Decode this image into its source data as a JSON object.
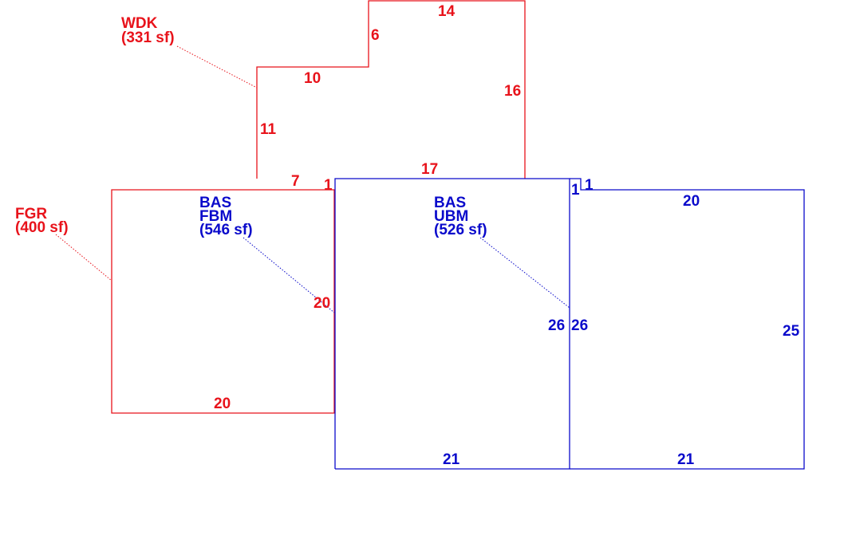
{
  "colors": {
    "red": "#e8131b",
    "blue": "#0a0acb",
    "background": "#ffffff"
  },
  "areas": {
    "wdk": {
      "code": "WDK",
      "area": "(331 sf)"
    },
    "fgr": {
      "code": "FGR",
      "area": "(400 sf)"
    },
    "bas_fbm": {
      "line1": "BAS",
      "line2": "FBM",
      "area": "(546 sf)"
    },
    "bas_ubm": {
      "line1": "BAS",
      "line2": "UBM",
      "area": "(526 sf)"
    }
  },
  "dimensions": {
    "wdk_top": "14",
    "wdk_step_vertical": "6",
    "wdk_step_horizontal": "10",
    "wdk_right": "16",
    "wdk_left": "11",
    "wdk_bottom": "17",
    "wdk_bottom_left": "7",
    "wdk_small": "1",
    "fgr_right": "20",
    "fgr_bottom": "20",
    "fbm_right": "26",
    "fbm_bottom": "21",
    "ubm_jog_left": "1",
    "ubm_jog_top": "1",
    "ubm_top": "20",
    "ubm_left": "26",
    "ubm_right": "25",
    "ubm_bottom": "21"
  }
}
